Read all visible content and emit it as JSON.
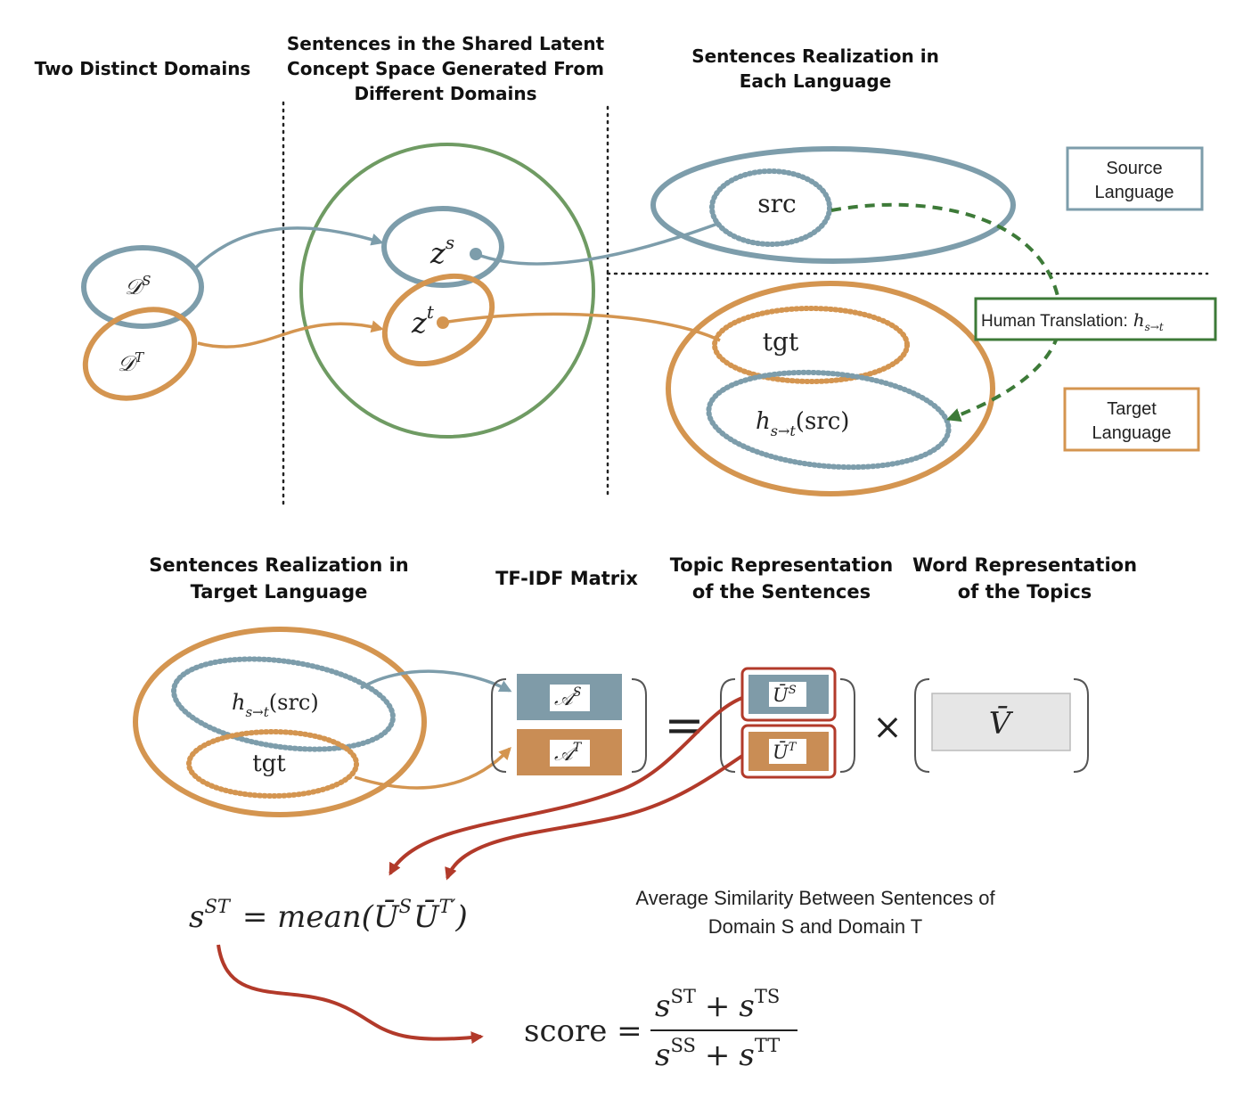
{
  "headings": {
    "domains": "Two Distinct Domains",
    "latent_l1": "Sentences in the Shared Latent",
    "latent_l2": "Concept Space Generated From",
    "latent_l3": "Different Domains",
    "realization_l1": "Sentences Realization in",
    "realization_l2": "Each Language",
    "target_real_l1": "Sentences Realization in",
    "target_real_l2": "Target Language",
    "tfidf": "TF-IDF Matrix",
    "topic_l1": "Topic Representation",
    "topic_l2": "of the Sentences",
    "word_l1": "Word Representation",
    "word_l2": "of the Topics"
  },
  "legend": {
    "source_l1": "Source",
    "source_l2": "Language",
    "target_l1": "Target",
    "target_l2": "Language",
    "human_translation": "Human Translation:",
    "human_translation_symbol": "h",
    "human_translation_sub": "s→t"
  },
  "math": {
    "d_letter": "𝒟",
    "sup_s": "S",
    "sup_t": "T",
    "z": "z",
    "z_sup_s": "s",
    "z_sup_t": "t",
    "src": "src",
    "tgt": "tgt",
    "h": "h",
    "h_sub": "s→t",
    "h_arg": "(src)",
    "a_letter": "𝒜",
    "u_letter": "Ū",
    "v_letter": "V̄",
    "equals": "=",
    "times": "×"
  },
  "formula": {
    "s_st_base": "s",
    "s_st_sup": "ST",
    "rhs": "= mean(",
    "u": "Ū",
    "u_sup_s": "S",
    "u_sup_t": "T′",
    "close": ")",
    "score_lhs": "score =",
    "num_s1": "s",
    "num_sup1": "ST",
    "num_plus": "+",
    "num_s2": "s",
    "num_sup2": "TS",
    "den_s1": "s",
    "den_sup1": "SS",
    "den_plus": "+",
    "den_s2": "s",
    "den_sup2": "TT"
  },
  "caption": {
    "l1": "Average Similarity Between Sentences of",
    "l2": "Domain S and Domain T"
  },
  "colors": {
    "blue": "#7d9dab",
    "orange": "#d49550",
    "green": "#6f9b63",
    "dark_green": "#3d7a38",
    "red": "#b23a2a",
    "blue_fill": "#7f9ba8",
    "orange_fill": "#c98d55",
    "grey_fill": "#e6e6e6"
  }
}
